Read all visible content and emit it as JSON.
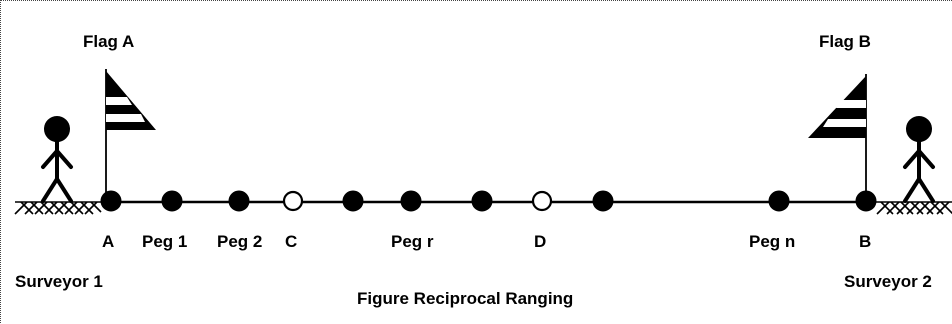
{
  "diagram": {
    "caption": "Figure Reciprocal Ranging",
    "flags": [
      {
        "label": "Flag A"
      },
      {
        "label": "Flag B"
      }
    ],
    "surveyors": [
      {
        "label": "Surveyor 1"
      },
      {
        "label": "Surveyor 2"
      }
    ],
    "points": [
      {
        "label": "A",
        "filled": true
      },
      {
        "label": "Peg 1",
        "filled": true
      },
      {
        "label": "Peg 2",
        "filled": true
      },
      {
        "label": "C",
        "filled": false
      },
      {
        "label": "",
        "filled": true
      },
      {
        "label": "Peg r",
        "filled": true
      },
      {
        "label": "",
        "filled": true
      },
      {
        "label": "D",
        "filled": false
      },
      {
        "label": "",
        "filled": true
      },
      {
        "label": "Peg n",
        "filled": true
      },
      {
        "label": "B",
        "filled": true
      }
    ],
    "colors": {
      "ink": "#000000",
      "background": "#ffffff"
    }
  }
}
